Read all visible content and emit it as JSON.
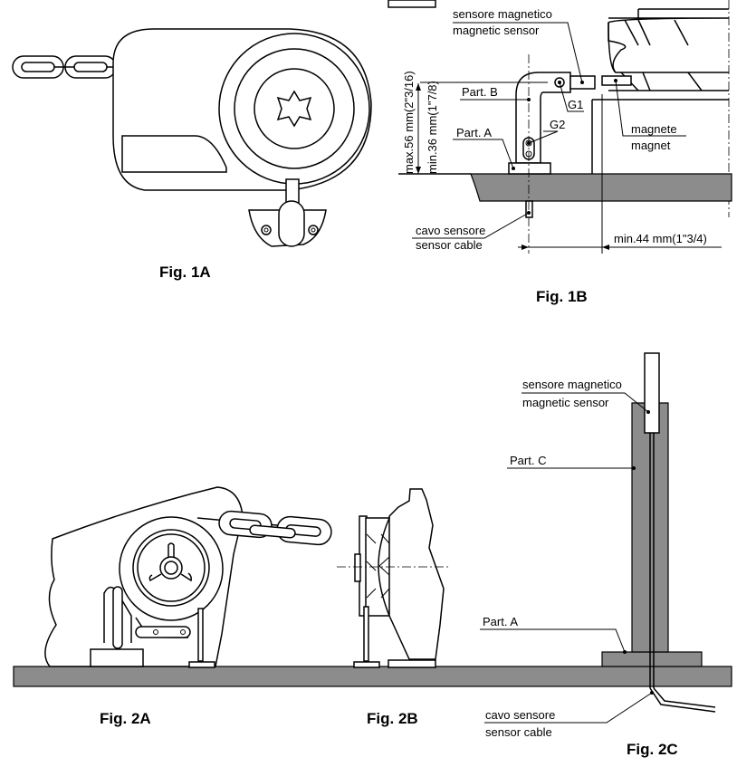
{
  "figures": {
    "fig1a": {
      "caption": "Fig. 1A"
    },
    "fig1b": {
      "caption": "Fig. 1B",
      "sensor_it": "sensore magnetico",
      "sensor_en": "magnetic sensor",
      "part_b": "Part. B",
      "part_a": "Part. A",
      "g1": "G1",
      "g2": "G2",
      "magnet_it": "magnete",
      "magnet_en": "magnet",
      "cable_it": "cavo sensore",
      "cable_en": "sensor cable",
      "dim_max": "max.56 mm(2\"3/16)",
      "dim_min": "min.36 mm(1\"7/8)",
      "dim_horizontal": "min.44 mm(1\"3/4)"
    },
    "fig2a": {
      "caption": "Fig. 2A"
    },
    "fig2b": {
      "caption": "Fig. 2B"
    },
    "fig2c": {
      "caption": "Fig. 2C",
      "sensor_it": "sensore magnetico",
      "sensor_en": "magnetic sensor",
      "part_c": "Part. C",
      "part_a": "Part. A",
      "cable_it": "cavo sensore",
      "cable_en": "sensor cable"
    }
  },
  "colors": {
    "deck": "#8c8c8c",
    "line": "#000000"
  }
}
